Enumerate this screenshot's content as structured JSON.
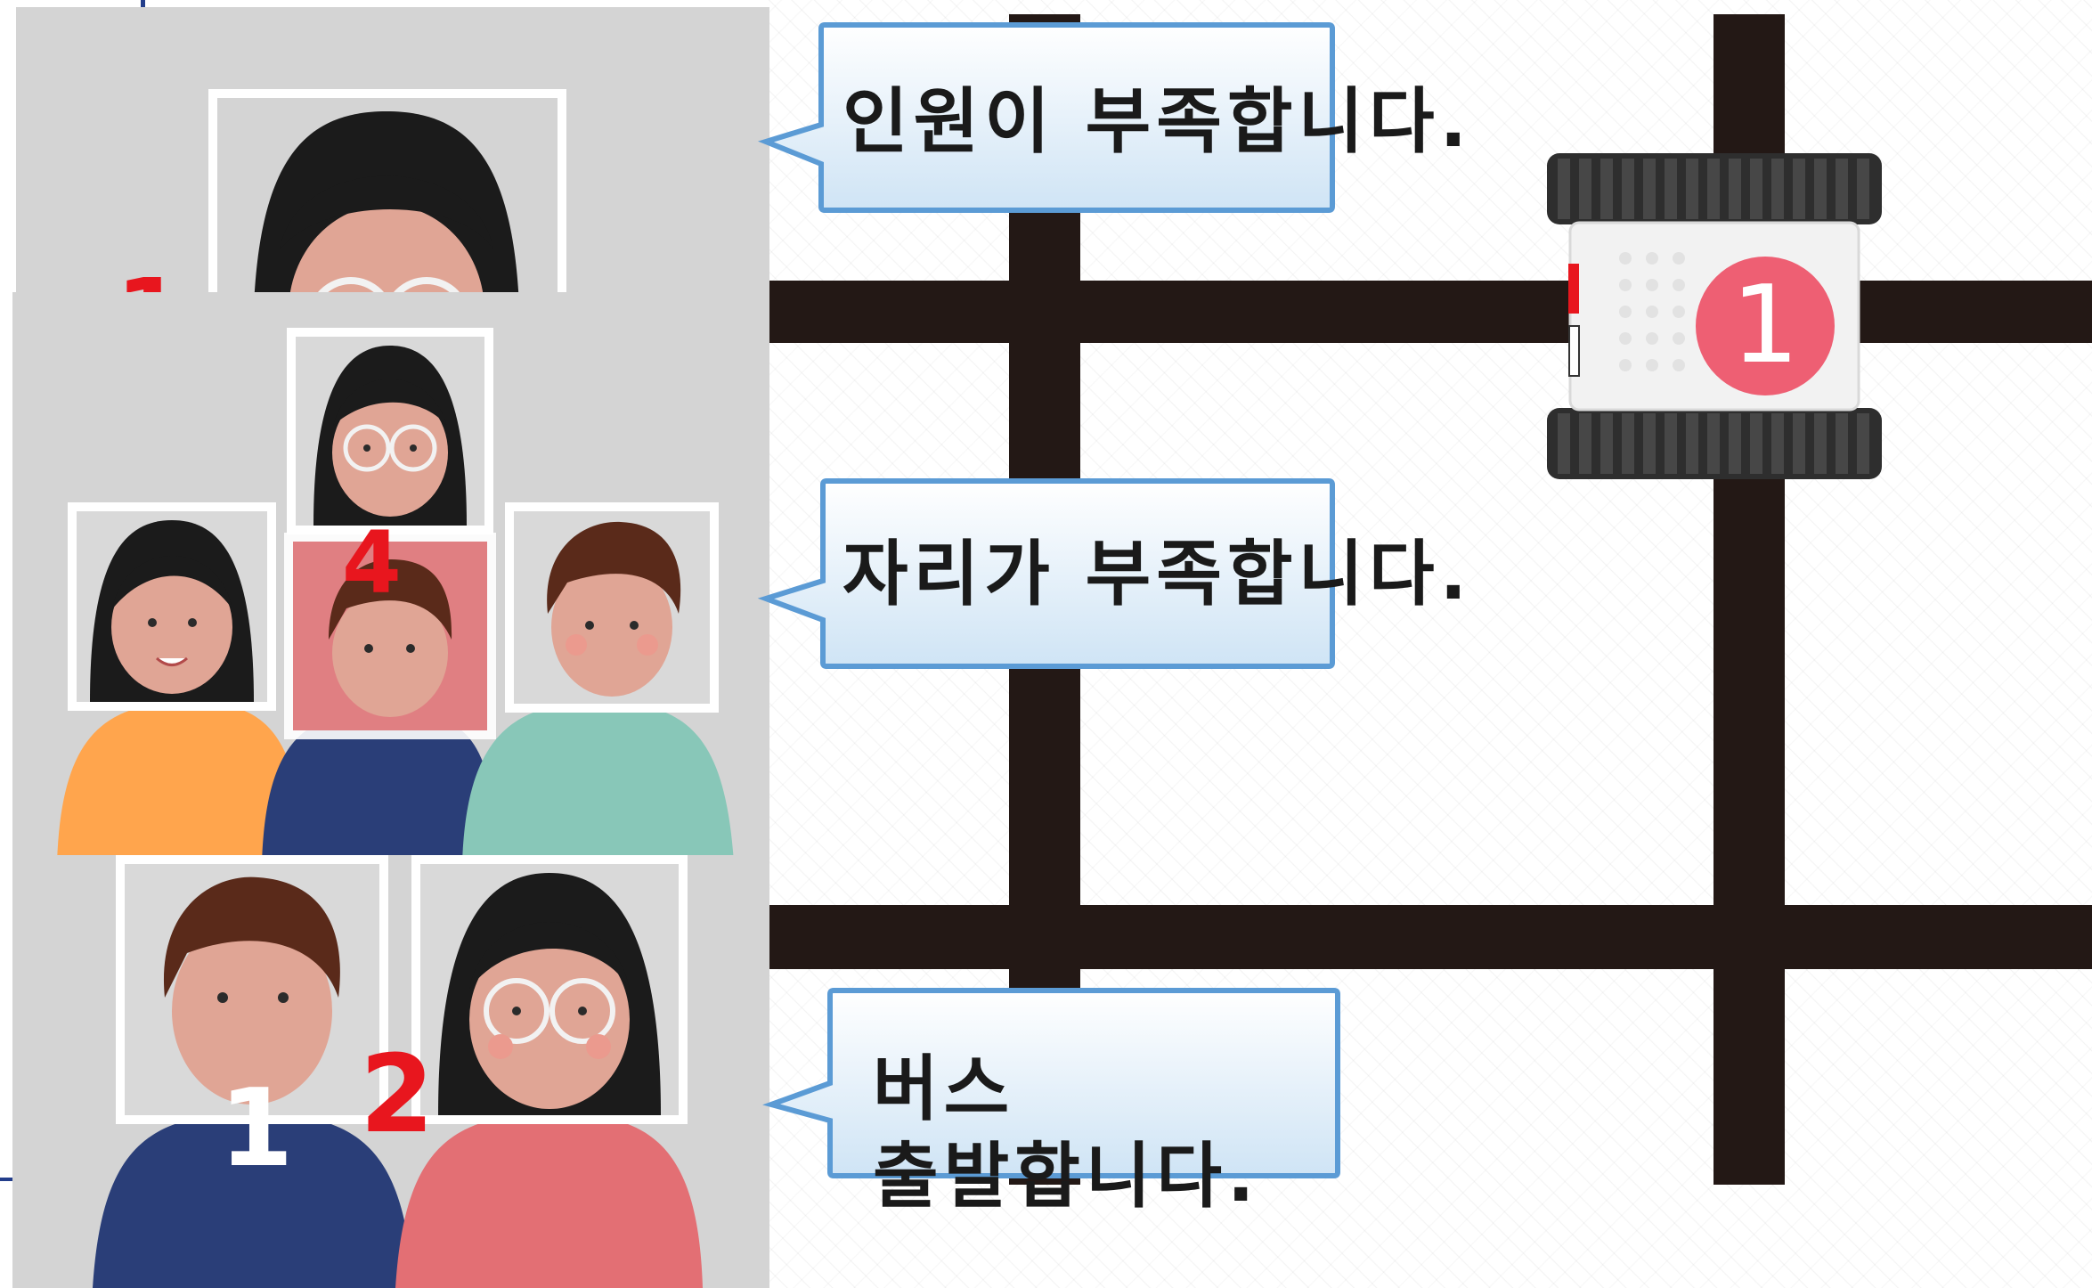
{
  "callouts": [
    {
      "text": "인원이 부족합니다."
    },
    {
      "text": "자리가 부족합니다."
    },
    {
      "text": "버스 출발합니다."
    }
  ],
  "panel_top": {
    "count_label": "1"
  },
  "panel_middle": {
    "count_label": "4"
  },
  "panel_bottom": {
    "label_left": "1",
    "label_right": "2"
  },
  "robot": {
    "badge": "1"
  },
  "colors": {
    "road": "#231815",
    "panel_bg": "#d4d4d4",
    "callout_border": "#5b9bd5",
    "callout_fill_top": "#ffffff",
    "callout_fill_bottom": "#cfe4f5",
    "count_red": "#e8161e",
    "badge": "#ee5f73"
  }
}
